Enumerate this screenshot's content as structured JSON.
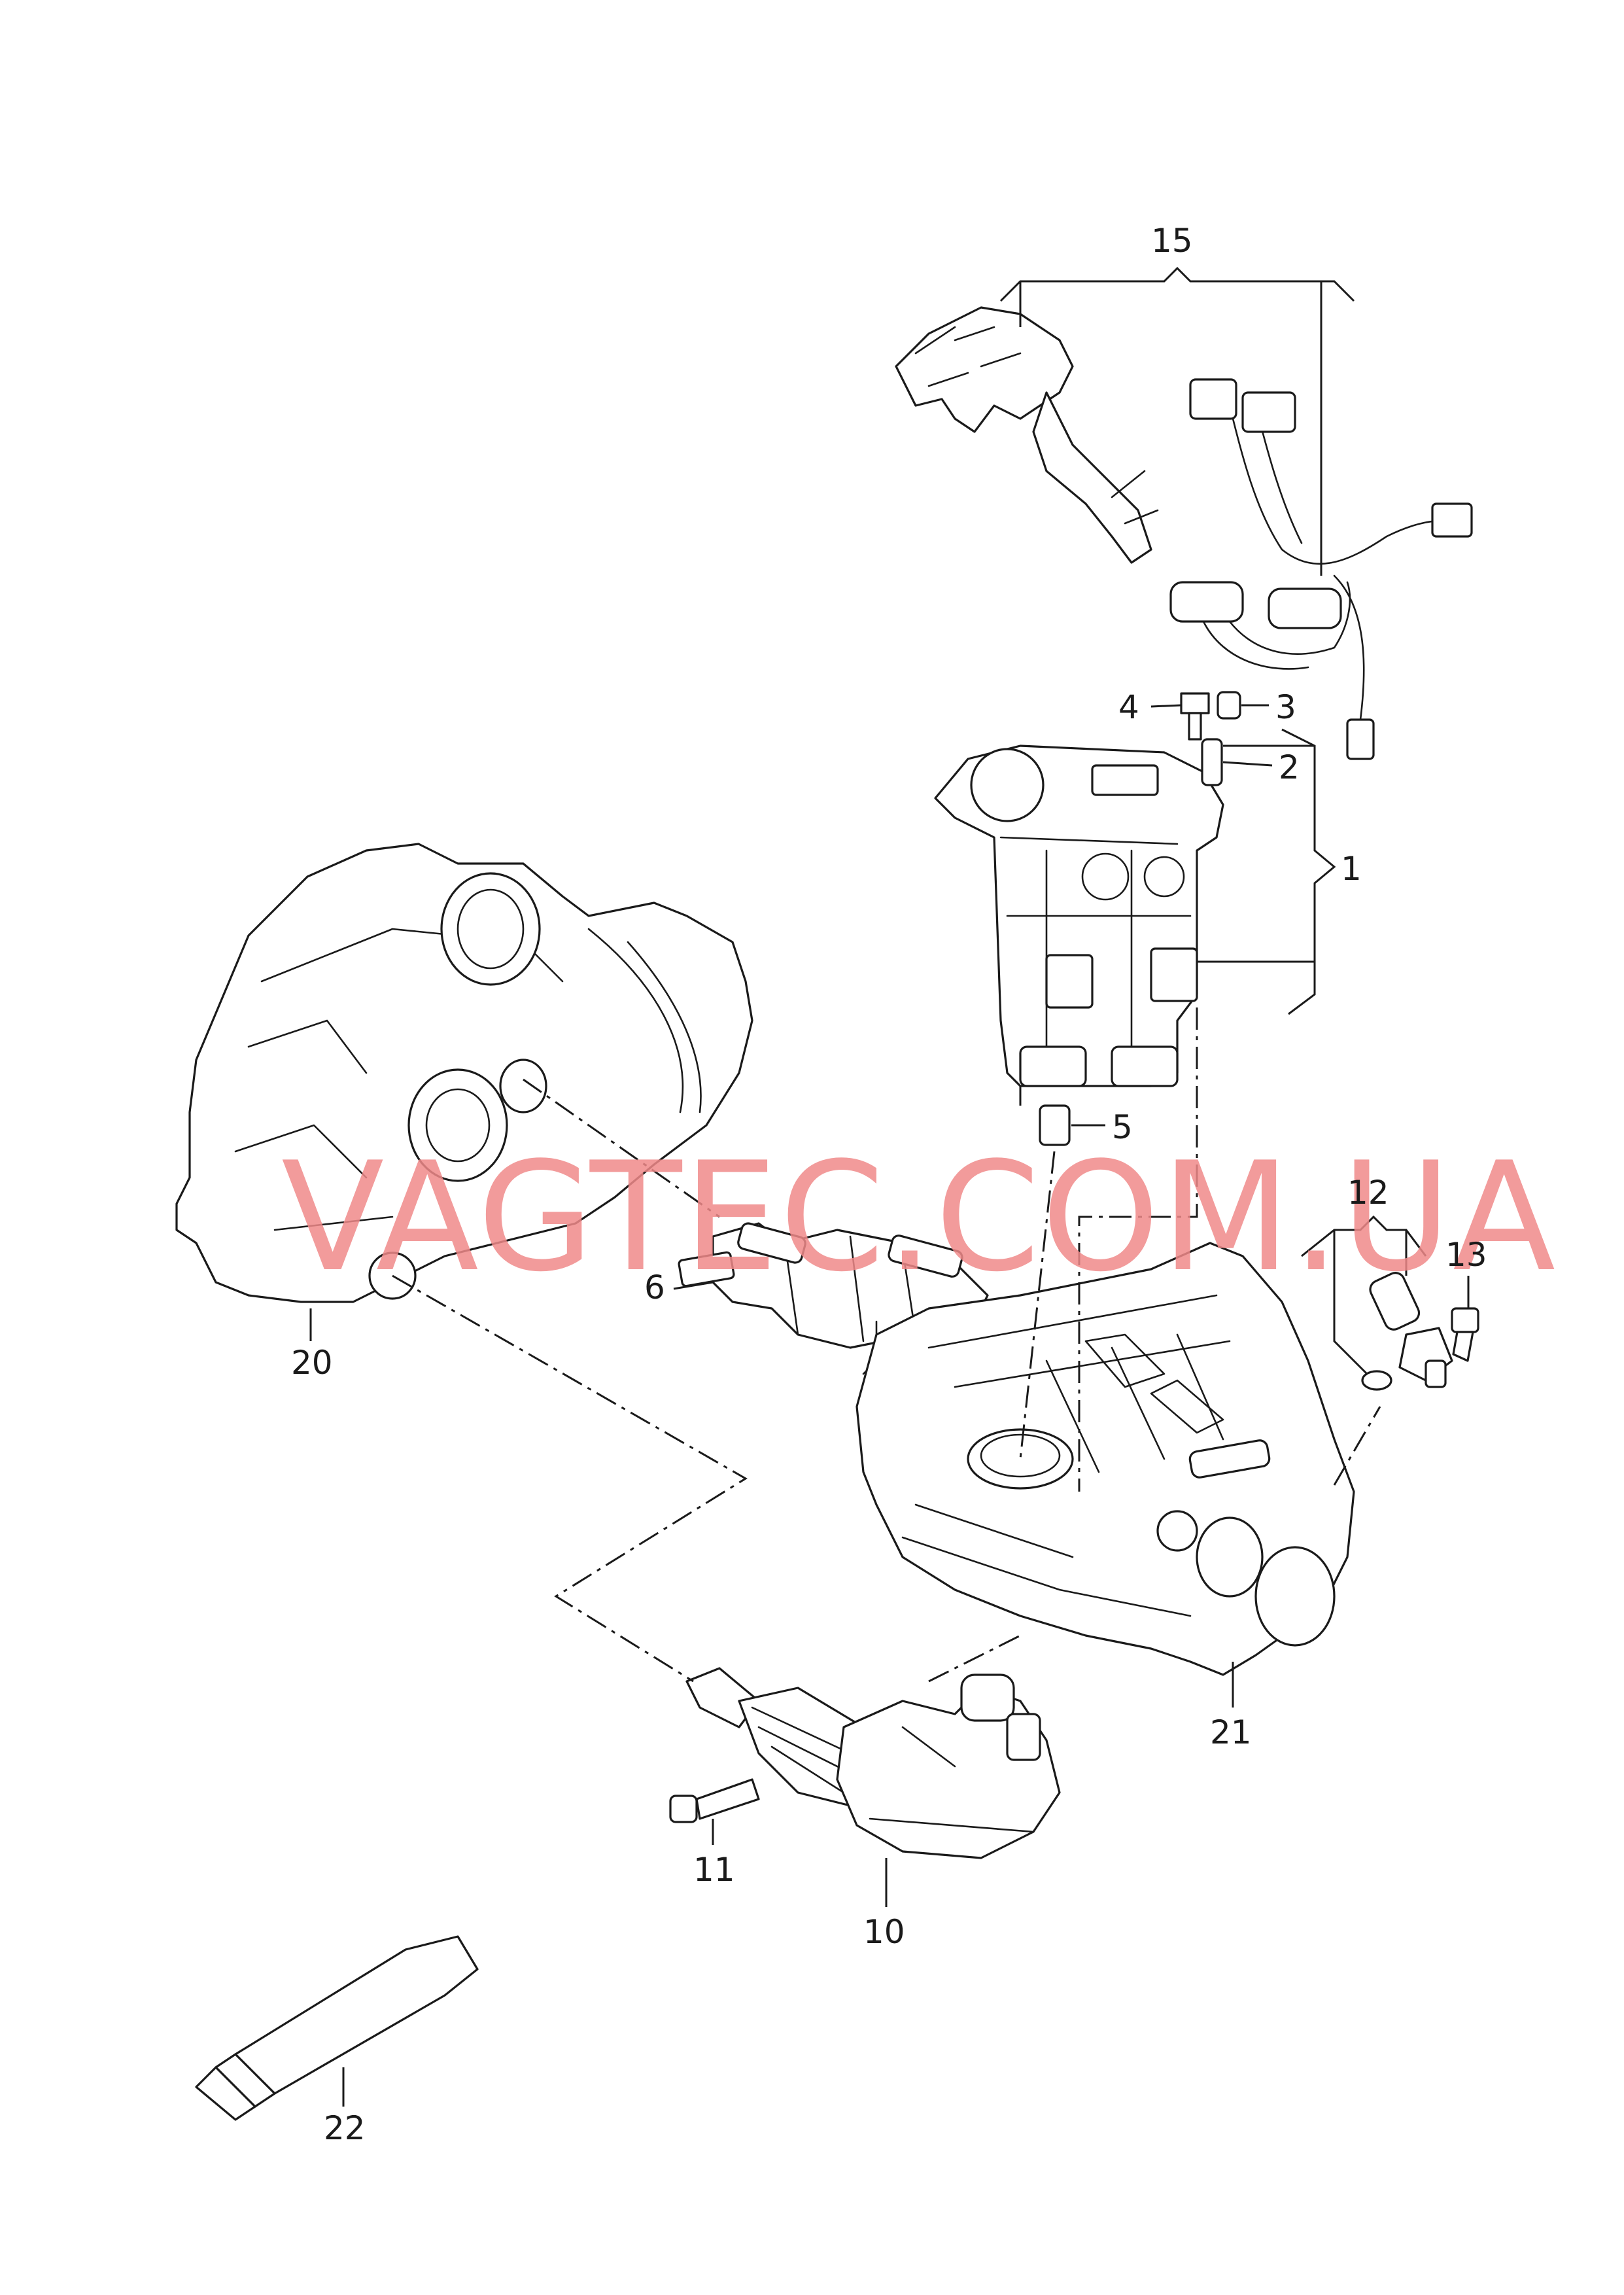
{
  "watermark": "VAGTEC.COM.UA",
  "callouts": {
    "c1": "1",
    "c2": "2",
    "c3": "3",
    "c4": "4",
    "c5": "5",
    "c6": "6",
    "c10": "10",
    "c11": "11",
    "c12": "12",
    "c13": "13",
    "c15": "15",
    "c20": "20",
    "c21": "21",
    "c22": "22"
  },
  "colors": {
    "line": "#1a1a1a",
    "watermark": "#f08a8a",
    "background": "#ffffff"
  }
}
